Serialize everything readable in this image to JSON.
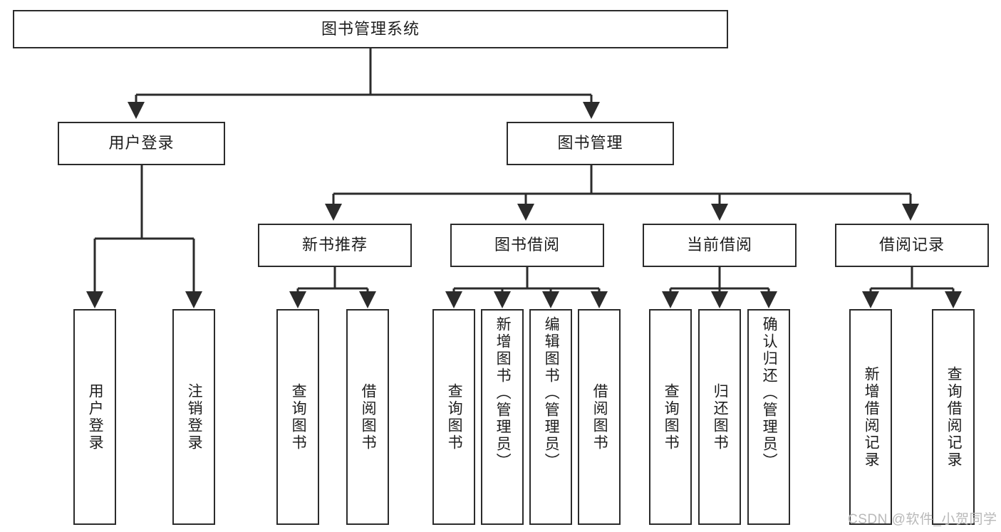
{
  "diagram": {
    "type": "tree",
    "title": "图书管理系统",
    "watermark": "CSDN @软件_小贺同学",
    "colors": {
      "stroke": "#2b2b2b",
      "fill": "#ffffff",
      "text": "#1d1d1d",
      "watermark": "#b9b9b9"
    },
    "levels": {
      "root": {
        "label": "图书管理系统"
      },
      "level2": [
        {
          "label": "用户登录"
        },
        {
          "label": "图书管理"
        }
      ],
      "level3": [
        {
          "label": "新书推荐"
        },
        {
          "label": "图书借阅"
        },
        {
          "label": "当前借阅"
        },
        {
          "label": "借阅记录"
        }
      ],
      "leaves_user_login": [
        {
          "label": "用户登录"
        },
        {
          "label": "注销登录"
        }
      ],
      "leaves_new_book": [
        {
          "label": "查询图书"
        },
        {
          "label": "借阅图书"
        }
      ],
      "leaves_borrow": [
        {
          "label": "查询图书"
        },
        {
          "label": "新增图书（管理员）"
        },
        {
          "label": "编辑图书（管理员）"
        },
        {
          "label": "借阅图书"
        }
      ],
      "leaves_current": [
        {
          "label": "查询图书"
        },
        {
          "label": "归还图书"
        },
        {
          "label": "确认归还（管理员）"
        }
      ],
      "leaves_records": [
        {
          "label": "新增借阅记录"
        },
        {
          "label": "查询借阅记录"
        }
      ]
    }
  }
}
